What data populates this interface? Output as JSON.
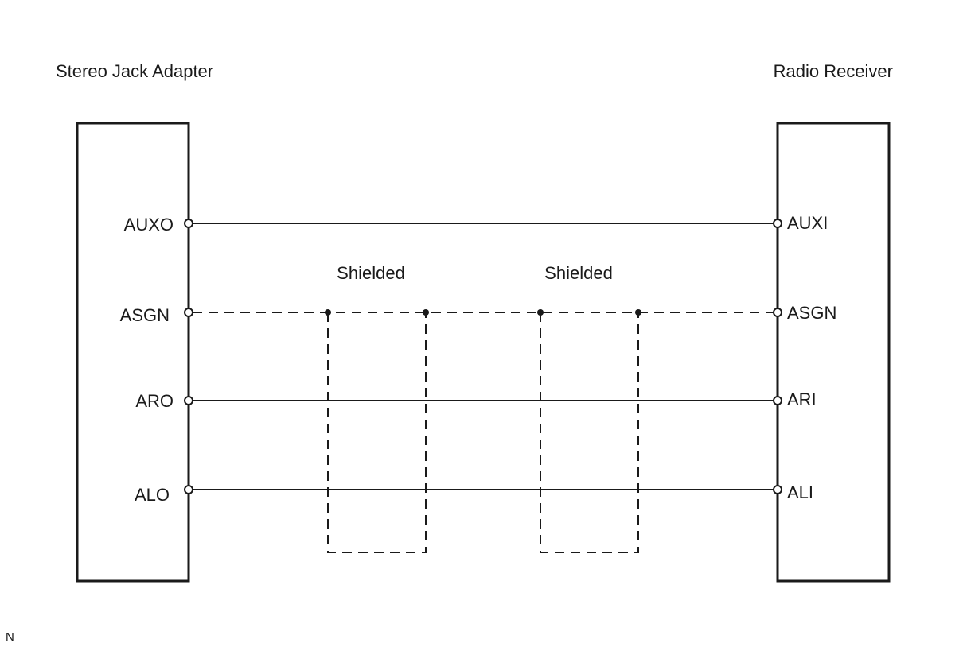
{
  "components": {
    "left": {
      "title": "Stereo Jack Adapter",
      "pins": [
        "AUXO",
        "ASGN",
        "ARO",
        "ALO"
      ]
    },
    "right": {
      "title": "Radio Receiver",
      "pins": [
        "AUXI",
        "ASGN",
        "ARI",
        "ALI"
      ]
    }
  },
  "connections": [
    {
      "from": "AUXO",
      "to": "AUXI",
      "style": "solid"
    },
    {
      "from": "ASGN",
      "to": "ASGN",
      "style": "dashed"
    },
    {
      "from": "ARO",
      "to": "ARI",
      "style": "solid"
    },
    {
      "from": "ALO",
      "to": "ALI",
      "style": "solid"
    }
  ],
  "shields": [
    {
      "label": "Shielded"
    },
    {
      "label": "Shielded"
    }
  ],
  "footer_mark": "N"
}
